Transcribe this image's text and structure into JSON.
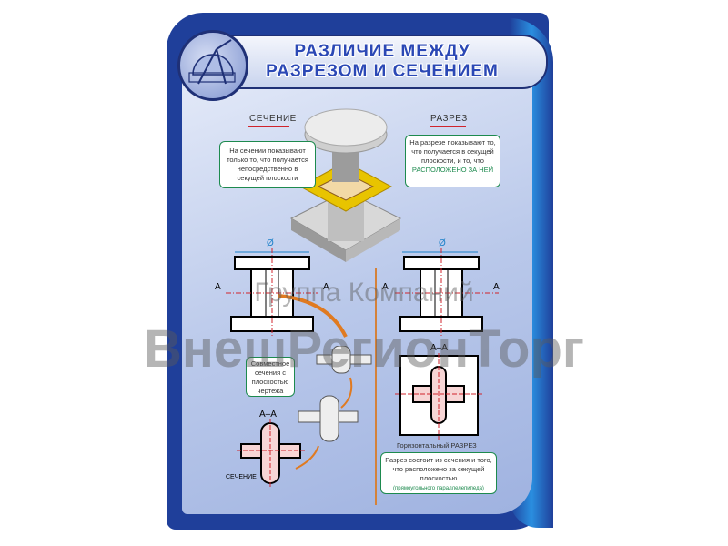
{
  "title": {
    "line1": "РАЗЛИЧИЕ МЕЖДУ",
    "line2": "РАЗРЕЗОМ И СЕЧЕНИЕМ"
  },
  "logo_icon": "drafting-compass-icon",
  "headings": {
    "section": "СЕЧЕНИЕ",
    "cut": "РАЗРЕЗ"
  },
  "notes": {
    "section_note": "На сечении показывают только то, что получается непосредственно в секущей плоскости",
    "cut_note_main": "На разрезе показывают то, что получается в секущей плоскости, и то, что",
    "cut_note_highlight": "РАСПОЛОЖЕНО ЗА НЕЙ",
    "combined_note": "Совместное сечения с плоскостью чертежа",
    "bottom_note_main": "Разрез состоит из сечения и того, что расположено за секущей плоскостью",
    "bottom_note_highlight": "(прямоугольного параллелепипеда)"
  },
  "labels": {
    "diameter": "Ø",
    "a_mark": "A",
    "section_aa": "А–А",
    "section_label": "СЕЧЕНИЕ",
    "horizontal_cut": "Горизонтальный РАЗРЕЗ"
  },
  "watermark": {
    "line1": "Группа Компаний",
    "line2": "ВнешРегионТорг"
  },
  "colors": {
    "frame": "#1f3f9a",
    "accent_red": "#d0242c",
    "note_green": "#1d8a4e",
    "arrow_orange": "#e07a20"
  }
}
